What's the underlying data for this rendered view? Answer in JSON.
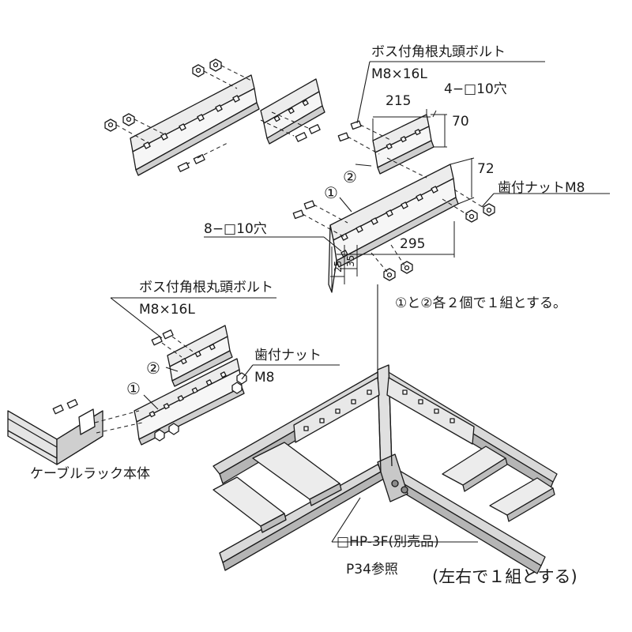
{
  "labels": {
    "boss_bolt_top": "ボス付角根丸頭ボルト",
    "bolt_size_top": "M8×16L",
    "dim_215": "215",
    "holes_4": "4−□10穴",
    "dim_70": "70",
    "dim_72": "72",
    "serrated_nut_m8": "歯付ナットM8",
    "circle_1_top": "①",
    "circle_2_top": "②",
    "holes_8": "8−□10穴",
    "dim_295": "295",
    "dim_25": "25",
    "dim_35": "35",
    "note_set": "①と②各２個で１組とする。",
    "boss_bolt_mid": "ボス付角根丸頭ボルト",
    "bolt_size_mid": "M8×16L",
    "circle_2_mid": "②",
    "serrated_nut": "歯付ナット",
    "nut_m8": "M8",
    "circle_1_mid": "①",
    "cable_rack_body": "ケーブルラック本体",
    "part_hp3f": "□HP-3F(別売品)",
    "page_ref": "P34参照",
    "pair_note": "(左右で１組とする)"
  },
  "colors": {
    "line": "#1a1a1a",
    "steel_light": "#d9d9d9",
    "steel_mid": "#b5b5b5",
    "steel_dark": "#8c8c8c"
  }
}
